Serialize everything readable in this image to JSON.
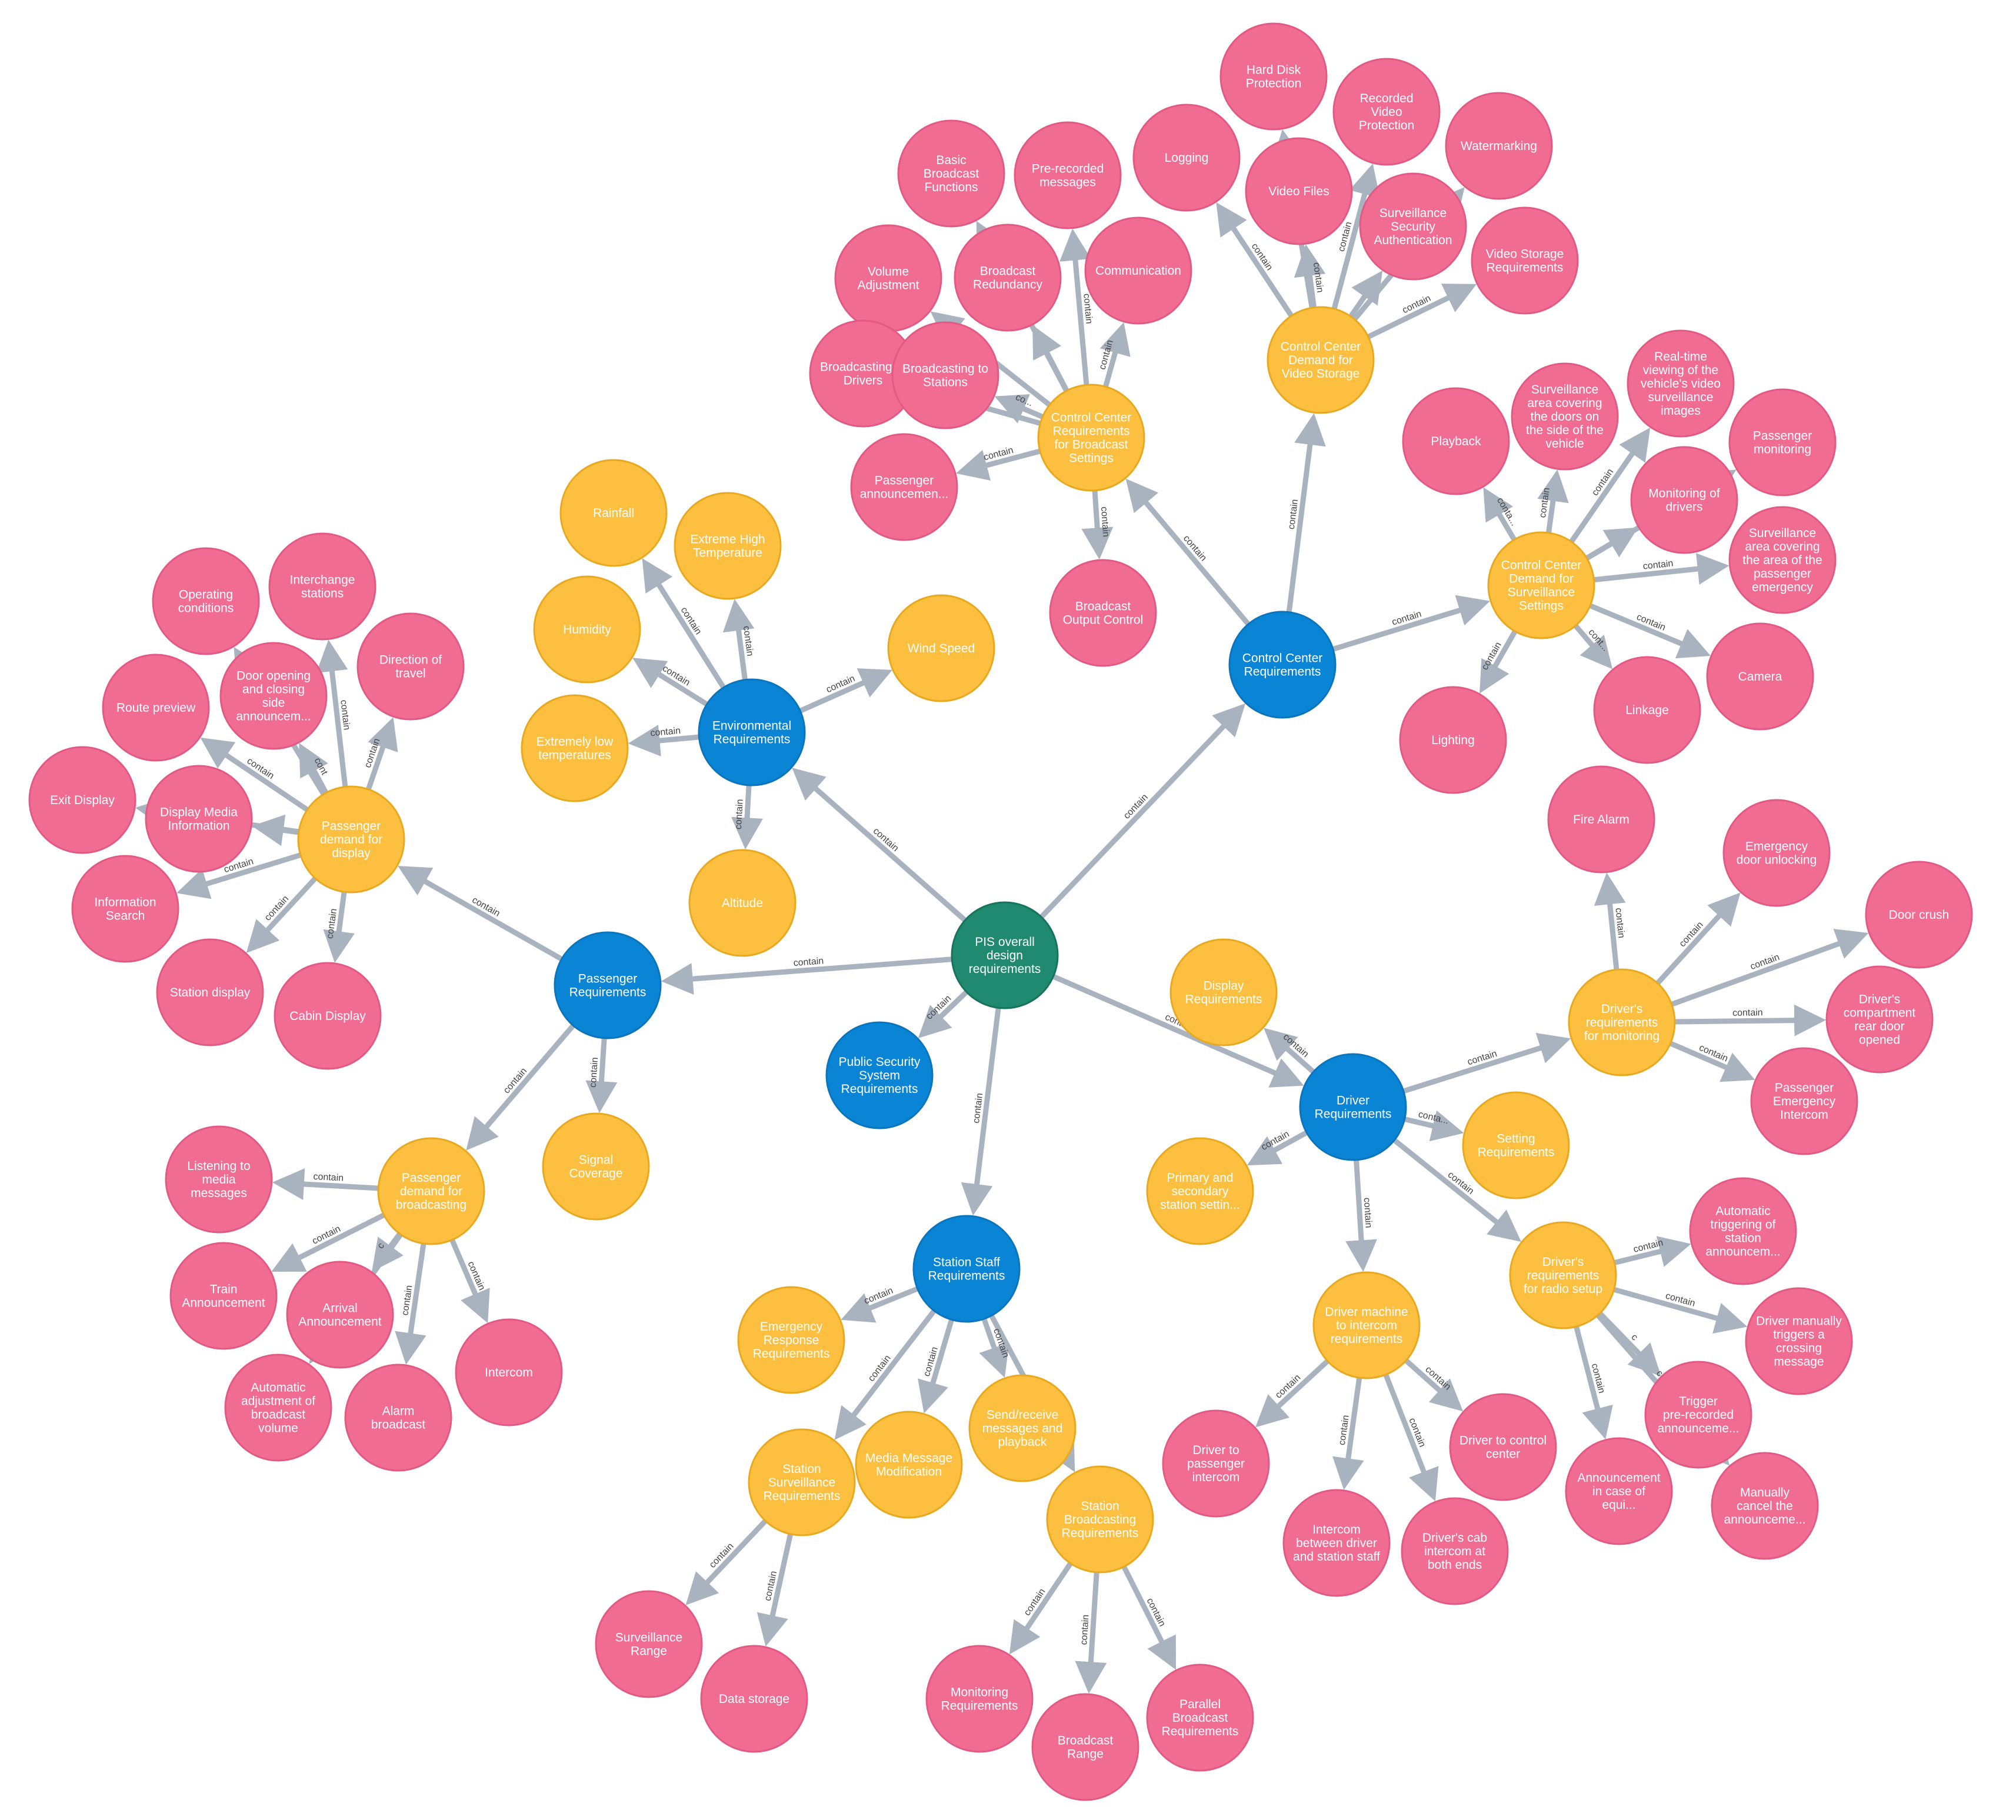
{
  "colors": {
    "root": "#1f8a70",
    "category": "#0a85d6",
    "subcategory": "#fcbf3f",
    "leaf": "#f16c93",
    "edge": "#a9b3bf"
  },
  "nodes": [
    {
      "id": "root",
      "label": "PIS overall design requirements",
      "type": "root"
    },
    {
      "id": "env",
      "label": "Environmental Requirements",
      "type": "category"
    },
    {
      "id": "cc",
      "label": "Control Center Requirements",
      "type": "category"
    },
    {
      "id": "pass",
      "label": "Passenger Requirements",
      "type": "category"
    },
    {
      "id": "pss",
      "label": "Public Security System Requirements",
      "type": "category"
    },
    {
      "id": "staff",
      "label": "Station Staff Requirements",
      "type": "category"
    },
    {
      "id": "drv",
      "label": "Driver Requirements",
      "type": "category"
    },
    {
      "id": "rain",
      "label": "Rainfall",
      "type": "subcategory"
    },
    {
      "id": "exhigh",
      "label": "Extreme High Temperature",
      "type": "subcategory"
    },
    {
      "id": "humid",
      "label": "Humidity",
      "type": "subcategory"
    },
    {
      "id": "wind",
      "label": "Wind Speed",
      "type": "subcategory"
    },
    {
      "id": "exlow",
      "label": "Extremely low temperatures",
      "type": "subcategory"
    },
    {
      "id": "alt",
      "label": "Altitude",
      "type": "subcategory"
    },
    {
      "id": "ccb",
      "label": "Control Center Requirements for Broadcast Settings",
      "type": "subcategory"
    },
    {
      "id": "ccv",
      "label": "Control Center Demand for Video Storage",
      "type": "subcategory"
    },
    {
      "id": "ccs",
      "label": "Control Center Demand for Surveillance Settings",
      "type": "subcategory"
    },
    {
      "id": "bbf",
      "label": "Basic Broadcast Functions",
      "type": "leaf"
    },
    {
      "id": "prm",
      "label": "Pre-recorded messages",
      "type": "leaf"
    },
    {
      "id": "vol",
      "label": "Volume Adjustment",
      "type": "leaf"
    },
    {
      "id": "bred",
      "label": "Broadcast Redundancy",
      "type": "leaf"
    },
    {
      "id": "comm",
      "label": "Communication",
      "type": "leaf"
    },
    {
      "id": "btd",
      "label": "Broadcasting to Drivers",
      "type": "leaf"
    },
    {
      "id": "bts",
      "label": "Broadcasting to Stations",
      "type": "leaf"
    },
    {
      "id": "pann",
      "label": "Passenger announcemen...",
      "type": "leaf"
    },
    {
      "id": "boc",
      "label": "Broadcast Output Control",
      "type": "leaf"
    },
    {
      "id": "hdp",
      "label": "Hard Disk Protection",
      "type": "leaf"
    },
    {
      "id": "rvp",
      "label": "Recorded Video Protection",
      "type": "leaf"
    },
    {
      "id": "logg",
      "label": "Logging",
      "type": "leaf"
    },
    {
      "id": "wm",
      "label": "Watermarking",
      "type": "leaf"
    },
    {
      "id": "vf",
      "label": "Video Files",
      "type": "leaf"
    },
    {
      "id": "ssa",
      "label": "Surveillance Security Authentication",
      "type": "leaf"
    },
    {
      "id": "vsr",
      "label": "Video Storage Requirements",
      "type": "leaf"
    },
    {
      "id": "pb",
      "label": "Playback",
      "type": "leaf"
    },
    {
      "id": "sad",
      "label": "Surveillance area covering the doors on the side of the vehicle",
      "type": "leaf"
    },
    {
      "id": "rtv",
      "label": "Real-time viewing of the vehicle's video surveillance images",
      "type": "leaf"
    },
    {
      "id": "pmon",
      "label": "Passenger monitoring",
      "type": "leaf"
    },
    {
      "id": "mdrv",
      "label": "Monitoring of drivers",
      "type": "leaf"
    },
    {
      "id": "sae",
      "label": "Surveillance area covering the area of the passenger emergency",
      "type": "leaf"
    },
    {
      "id": "cam",
      "label": "Camera",
      "type": "leaf"
    },
    {
      "id": "link",
      "label": "Linkage",
      "type": "leaf"
    },
    {
      "id": "light",
      "label": "Lighting",
      "type": "leaf"
    },
    {
      "id": "pdd",
      "label": "Passenger demand for display",
      "type": "subcategory"
    },
    {
      "id": "pdb",
      "label": "Passenger demand for broadcasting",
      "type": "subcategory"
    },
    {
      "id": "sig",
      "label": "Signal Coverage",
      "type": "subcategory"
    },
    {
      "id": "opc",
      "label": "Operating conditions",
      "type": "leaf"
    },
    {
      "id": "inter",
      "label": "Interchange stations",
      "type": "leaf"
    },
    {
      "id": "dir",
      "label": "Direction of travel",
      "type": "leaf"
    },
    {
      "id": "door",
      "label": "Door opening and closing side announcem...",
      "type": "leaf"
    },
    {
      "id": "route",
      "label": "Route preview",
      "type": "leaf"
    },
    {
      "id": "exit",
      "label": "Exit Display",
      "type": "leaf"
    },
    {
      "id": "dmi",
      "label": "Display Media Information",
      "type": "leaf"
    },
    {
      "id": "info",
      "label": "Information Search",
      "type": "leaf"
    },
    {
      "id": "stadisp",
      "label": "Station display",
      "type": "leaf"
    },
    {
      "id": "cabin",
      "label": "Cabin Display",
      "type": "leaf"
    },
    {
      "id": "lmm",
      "label": "Listening to media messages",
      "type": "leaf"
    },
    {
      "id": "train",
      "label": "Train Announcement",
      "type": "leaf"
    },
    {
      "id": "arr",
      "label": "Arrival Announcement",
      "type": "leaf"
    },
    {
      "id": "intercom",
      "label": "Intercom",
      "type": "leaf"
    },
    {
      "id": "aabv",
      "label": "Automatic adjustment of broadcast volume",
      "type": "leaf"
    },
    {
      "id": "alarm",
      "label": "Alarm broadcast",
      "type": "leaf"
    },
    {
      "id": "err",
      "label": "Emergency Response Requirements",
      "type": "subcategory"
    },
    {
      "id": "mmm",
      "label": "Media Message Modification",
      "type": "subcategory"
    },
    {
      "id": "srm",
      "label": "Send/receive messages and playback",
      "type": "subcategory"
    },
    {
      "id": "ssr",
      "label": "Station Surveillance Requirements",
      "type": "subcategory"
    },
    {
      "id": "sbr",
      "label": "Station Broadcasting Requirements",
      "type": "subcategory"
    },
    {
      "id": "srange",
      "label": "Surveillance Range",
      "type": "leaf"
    },
    {
      "id": "dstore",
      "label": "Data storage",
      "type": "leaf"
    },
    {
      "id": "monreq",
      "label": "Monitoring Requirements",
      "type": "leaf"
    },
    {
      "id": "brange",
      "label": "Broadcast Range",
      "type": "leaf"
    },
    {
      "id": "pbr",
      "label": "Parallel Broadcast Requirements",
      "type": "leaf"
    },
    {
      "id": "dispreq",
      "label": "Display Requirements",
      "type": "subcategory"
    },
    {
      "id": "setreq",
      "label": "Setting Requirements",
      "type": "subcategory"
    },
    {
      "id": "pss2",
      "label": "Primary and secondary station settin...",
      "type": "subcategory"
    },
    {
      "id": "drm",
      "label": "Driver's requirements for monitoring",
      "type": "subcategory"
    },
    {
      "id": "dmi2",
      "label": "Driver machine to intercom requirements",
      "type": "subcategory"
    },
    {
      "id": "drr",
      "label": "Driver's requirements for radio setup",
      "type": "subcategory"
    },
    {
      "id": "fire",
      "label": "Fire Alarm",
      "type": "leaf"
    },
    {
      "id": "edu",
      "label": "Emergency door unlocking",
      "type": "leaf"
    },
    {
      "id": "dcrush",
      "label": "Door crush",
      "type": "leaf"
    },
    {
      "id": "dcrd",
      "label": "Driver's compartment rear door opened",
      "type": "leaf"
    },
    {
      "id": "pei",
      "label": "Passenger Emergency Intercom",
      "type": "leaf"
    },
    {
      "id": "dtp",
      "label": "Driver to passenger intercom",
      "type": "leaf"
    },
    {
      "id": "ibds",
      "label": "Intercom between driver and station staff",
      "type": "leaf"
    },
    {
      "id": "dcib",
      "label": "Driver's cab intercom at both ends",
      "type": "leaf"
    },
    {
      "id": "dtcc",
      "label": "Driver to control center",
      "type": "leaf"
    },
    {
      "id": "atsa",
      "label": "Automatic triggering of station announcem...",
      "type": "leaf"
    },
    {
      "id": "dmtc",
      "label": "Driver manually triggers a crossing message",
      "type": "leaf"
    },
    {
      "id": "tpa",
      "label": "Trigger pre-recorded announceme...",
      "type": "leaf"
    },
    {
      "id": "aie",
      "label": "Announcement in case of equi...",
      "type": "leaf"
    },
    {
      "id": "mca",
      "label": "Manually cancel the announceme...",
      "type": "leaf"
    }
  ],
  "edges": [
    {
      "from": "root",
      "to": "env",
      "label": "contain"
    },
    {
      "from": "root",
      "to": "cc",
      "label": "contain"
    },
    {
      "from": "root",
      "to": "pass",
      "label": "contain"
    },
    {
      "from": "root",
      "to": "pss",
      "label": "contain"
    },
    {
      "from": "root",
      "to": "staff",
      "label": "contain"
    },
    {
      "from": "root",
      "to": "drv",
      "label": "contain"
    },
    {
      "from": "env",
      "to": "rain",
      "label": "contain"
    },
    {
      "from": "env",
      "to": "exhigh",
      "label": "contain"
    },
    {
      "from": "env",
      "to": "humid",
      "label": "contain"
    },
    {
      "from": "env",
      "to": "wind",
      "label": "contain"
    },
    {
      "from": "env",
      "to": "exlow",
      "label": "contain"
    },
    {
      "from": "env",
      "to": "alt",
      "label": "contain"
    },
    {
      "from": "cc",
      "to": "ccb",
      "label": "contain"
    },
    {
      "from": "cc",
      "to": "ccv",
      "label": "contain"
    },
    {
      "from": "cc",
      "to": "ccs",
      "label": "contain"
    },
    {
      "from": "ccb",
      "to": "bbf",
      "label": ""
    },
    {
      "from": "ccb",
      "to": "prm",
      "label": "contain"
    },
    {
      "from": "ccb",
      "to": "vol",
      "label": ""
    },
    {
      "from": "ccb",
      "to": "bred",
      "label": ""
    },
    {
      "from": "ccb",
      "to": "comm",
      "label": "contain"
    },
    {
      "from": "ccb",
      "to": "btd",
      "label": ""
    },
    {
      "from": "ccb",
      "to": "bts",
      "label": "co..."
    },
    {
      "from": "ccb",
      "to": "pann",
      "label": "contain"
    },
    {
      "from": "ccb",
      "to": "boc",
      "label": "contain"
    },
    {
      "from": "ccv",
      "to": "hdp",
      "label": ""
    },
    {
      "from": "ccv",
      "to": "rvp",
      "label": "contain"
    },
    {
      "from": "ccv",
      "to": "logg",
      "label": "contain"
    },
    {
      "from": "ccv",
      "to": "wm",
      "label": ""
    },
    {
      "from": "ccv",
      "to": "vf",
      "label": "contain"
    },
    {
      "from": "ccv",
      "to": "ssa",
      "label": ""
    },
    {
      "from": "ccv",
      "to": "vsr",
      "label": "contain"
    },
    {
      "from": "ccs",
      "to": "pb",
      "label": "conta..."
    },
    {
      "from": "ccs",
      "to": "sad",
      "label": "contain"
    },
    {
      "from": "ccs",
      "to": "rtv",
      "label": "contain"
    },
    {
      "from": "ccs",
      "to": "pmon",
      "label": ""
    },
    {
      "from": "ccs",
      "to": "mdrv",
      "label": ""
    },
    {
      "from": "ccs",
      "to": "sae",
      "label": "contain"
    },
    {
      "from": "ccs",
      "to": "cam",
      "label": "contain"
    },
    {
      "from": "ccs",
      "to": "link",
      "label": "cont..."
    },
    {
      "from": "ccs",
      "to": "light",
      "label": "contain"
    },
    {
      "from": "pass",
      "to": "pdd",
      "label": "contain"
    },
    {
      "from": "pass",
      "to": "pdb",
      "label": "contain"
    },
    {
      "from": "pass",
      "to": "sig",
      "label": "contain"
    },
    {
      "from": "pdd",
      "to": "opc",
      "label": ""
    },
    {
      "from": "pdd",
      "to": "inter",
      "label": "contain"
    },
    {
      "from": "pdd",
      "to": "dir",
      "label": "contain"
    },
    {
      "from": "pdd",
      "to": "door",
      "label": "cont"
    },
    {
      "from": "pdd",
      "to": "route",
      "label": "contain"
    },
    {
      "from": "pdd",
      "to": "exit",
      "label": ""
    },
    {
      "from": "pdd",
      "to": "dmi",
      "label": ""
    },
    {
      "from": "pdd",
      "to": "info",
      "label": "contain"
    },
    {
      "from": "pdd",
      "to": "stadisp",
      "label": "contain"
    },
    {
      "from": "pdd",
      "to": "cabin",
      "label": "contain"
    },
    {
      "from": "pdb",
      "to": "lmm",
      "label": "contain"
    },
    {
      "from": "pdb",
      "to": "train",
      "label": "contain"
    },
    {
      "from": "pdb",
      "to": "arr",
      "label": "c"
    },
    {
      "from": "pdb",
      "to": "intercom",
      "label": "contain"
    },
    {
      "from": "pdb",
      "to": "aabv",
      "label": ""
    },
    {
      "from": "pdb",
      "to": "alarm",
      "label": "contain"
    },
    {
      "from": "staff",
      "to": "err",
      "label": "contain"
    },
    {
      "from": "staff",
      "to": "mmm",
      "label": "contain"
    },
    {
      "from": "staff",
      "to": "srm",
      "label": "contain"
    },
    {
      "from": "staff",
      "to": "ssr",
      "label": "contain"
    },
    {
      "from": "staff",
      "to": "sbr",
      "label": "c"
    },
    {
      "from": "ssr",
      "to": "srange",
      "label": "contain"
    },
    {
      "from": "ssr",
      "to": "dstore",
      "label": "contain"
    },
    {
      "from": "sbr",
      "to": "monreq",
      "label": "contain"
    },
    {
      "from": "sbr",
      "to": "brange",
      "label": "contain"
    },
    {
      "from": "sbr",
      "to": "pbr",
      "label": "contain"
    },
    {
      "from": "drv",
      "to": "dispreq",
      "label": "contain"
    },
    {
      "from": "drv",
      "to": "setreq",
      "label": "conta..."
    },
    {
      "from": "drv",
      "to": "pss2",
      "label": "contain"
    },
    {
      "from": "drv",
      "to": "drm",
      "label": "contain"
    },
    {
      "from": "drv",
      "to": "dmi2",
      "label": "contain"
    },
    {
      "from": "drv",
      "to": "drr",
      "label": "contain"
    },
    {
      "from": "drm",
      "to": "fire",
      "label": "contain"
    },
    {
      "from": "drm",
      "to": "edu",
      "label": "contain"
    },
    {
      "from": "drm",
      "to": "dcrush",
      "label": "contain"
    },
    {
      "from": "drm",
      "to": "dcrd",
      "label": "contain"
    },
    {
      "from": "drm",
      "to": "pei",
      "label": "contain"
    },
    {
      "from": "dmi2",
      "to": "dtp",
      "label": "contain"
    },
    {
      "from": "dmi2",
      "to": "ibds",
      "label": "contain"
    },
    {
      "from": "dmi2",
      "to": "dcib",
      "label": "contain"
    },
    {
      "from": "dmi2",
      "to": "dtcc",
      "label": "contain"
    },
    {
      "from": "drr",
      "to": "atsa",
      "label": "contain"
    },
    {
      "from": "drr",
      "to": "dmtc",
      "label": "contain"
    },
    {
      "from": "drr",
      "to": "tpa",
      "label": "c"
    },
    {
      "from": "drr",
      "to": "aie",
      "label": "contain"
    },
    {
      "from": "drr",
      "to": "mca",
      "label": "contain"
    }
  ]
}
